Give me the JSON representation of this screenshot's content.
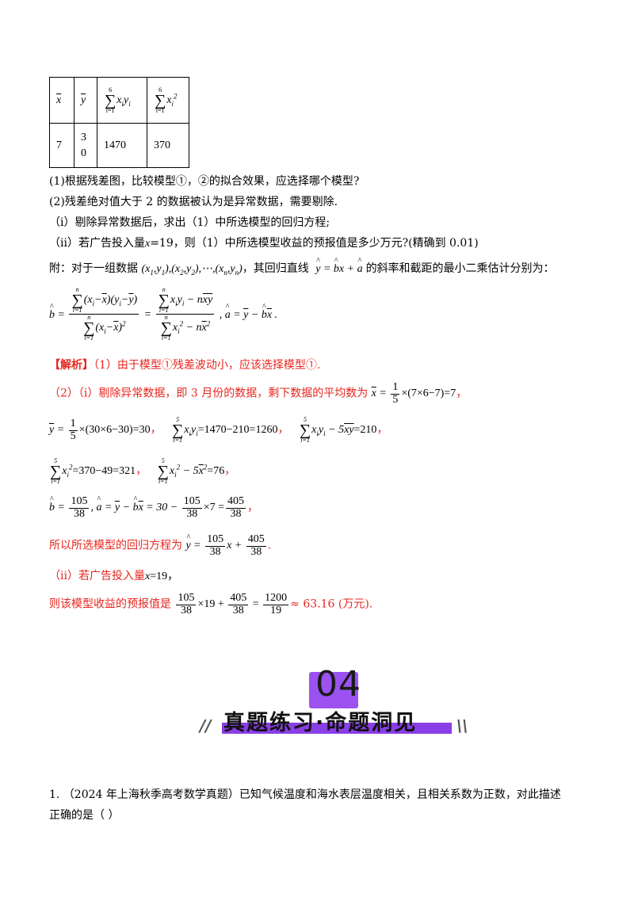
{
  "table": {
    "headers": [
      "x̄",
      "ȳ",
      "∑xᵢyᵢ",
      "∑xᵢ²"
    ],
    "sum_upper": "6",
    "sum_lower": "i=1",
    "row": [
      "7",
      "30",
      "1470",
      "370"
    ]
  },
  "questions": {
    "q1": "(1)根据残差图，比较模型①，②的拟合效果，应选择哪个模型?",
    "q2": "(2)残差绝对值大于 2 的数据被认为是异常数据，需要剔除.",
    "q2_i": "（i）剔除异常数据后，求出（1）中所选模型的回归方程;",
    "q2_ii_a": "（ii）若广告投入量",
    "q2_ii_b": "=19，则（1）中所选模型收益的预报值是多少万元?(精确到 0.01)",
    "appendix_a": "附：对于一组数据",
    "appendix_b": "，其回归直线",
    "appendix_c": "的斜率和截距的最小二乘估计分别为："
  },
  "solution": {
    "tag": "【解析】",
    "s1": "（1）由于模型①残差波动小，应该选择模型①.",
    "s2a": "（2）（i）剔除异常数据，即 3 月份的数据，剩下数据的平均数为",
    "s2a_expr": "×(7×6−7)=7",
    "s2b_expr": "×(30×6−30)=30",
    "s2b_mid": "=1470−210=1260",
    "s2b_end": "=210",
    "s3a": "=370−49=321",
    "s3b": "=76",
    "s4_end": "×7 =",
    "s5": "所以所选模型的回归方程为",
    "s6": "（ii）若广告投入量",
    "s6_b": "=19，",
    "s7": "则该模型收益的预报值是",
    "s7_end": "≈ 63.16 (万元)."
  },
  "section": {
    "number": "04",
    "title": "真题练习·命题洞见"
  },
  "problem1": {
    "line1": "1. （2024 年上海秋季高考数学真题）已知气候温度和海水表层温度相关，且相关系数为正数，对此描述",
    "line2": "正确的是（     ）"
  }
}
